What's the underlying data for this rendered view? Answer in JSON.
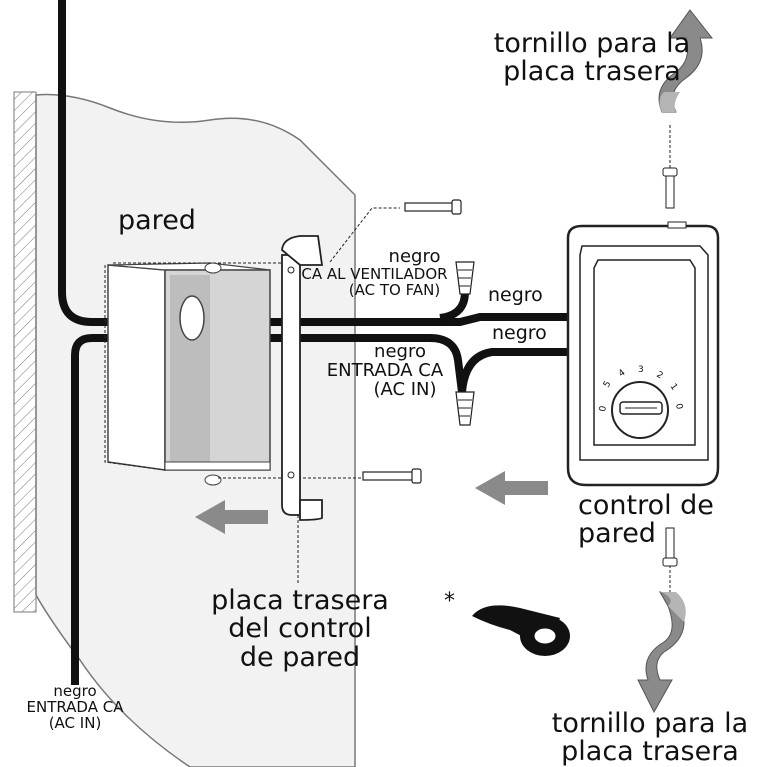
{
  "labels": {
    "wall": "pared",
    "screw_top_line1": "tornillo para la",
    "screw_top_line2": "placa trasera",
    "screw_bottom_line1": "tornillo para la",
    "screw_bottom_line2": "placa trasera",
    "control_line1": "control de",
    "control_line2": "pared",
    "backplate_line1": "placa trasera",
    "backplate_line2": "del control",
    "backplate_line3": "de pared",
    "black_to_fan": "negro",
    "ac_to_fan_es": "CA AL VENTILADOR",
    "ac_to_fan_en": "(AC TO FAN)",
    "black_wire_1": "negro",
    "black_wire_2": "negro",
    "black_ac_in": "negro",
    "ac_in_es": "ENTRADA CA",
    "ac_in_en": "(AC IN)",
    "bottom_black": "negro",
    "bottom_ac_in_es": "ENTRADA CA",
    "bottom_ac_in_en": "(AC IN)",
    "asterisk": "*"
  },
  "dial": {
    "ticks": [
      "0",
      "5",
      "4",
      "3",
      "2",
      "1",
      "0"
    ]
  },
  "colors": {
    "ink": "#111111",
    "gray_arrow": "#8a8a8a",
    "wall_fill": "#f2f2f2"
  }
}
